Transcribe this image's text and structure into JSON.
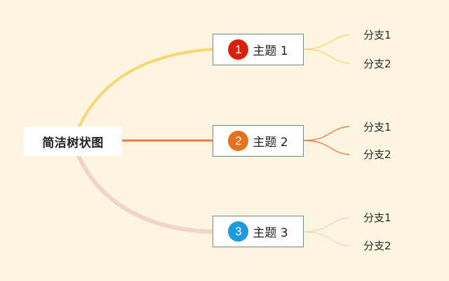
{
  "root": {
    "label": "简洁树状图"
  },
  "topics": [
    {
      "badge": "1",
      "label": "主题 1",
      "badge_color": "#dc1f0c",
      "line_color": "#f8d673",
      "branches": [
        "分支1",
        "分支2"
      ]
    },
    {
      "badge": "2",
      "label": "主题 2",
      "badge_color": "#e6701b",
      "line_color": "#ec7a4b",
      "branches": [
        "分支1",
        "分支2"
      ]
    },
    {
      "badge": "3",
      "label": "主题 3",
      "badge_color": "#1d9ae0",
      "line_color": "#f2d5c4",
      "branches": [
        "分支1",
        "分支2"
      ]
    }
  ],
  "colors": {
    "background": "#fef5e1",
    "topic_border": "#6b8e8a"
  }
}
